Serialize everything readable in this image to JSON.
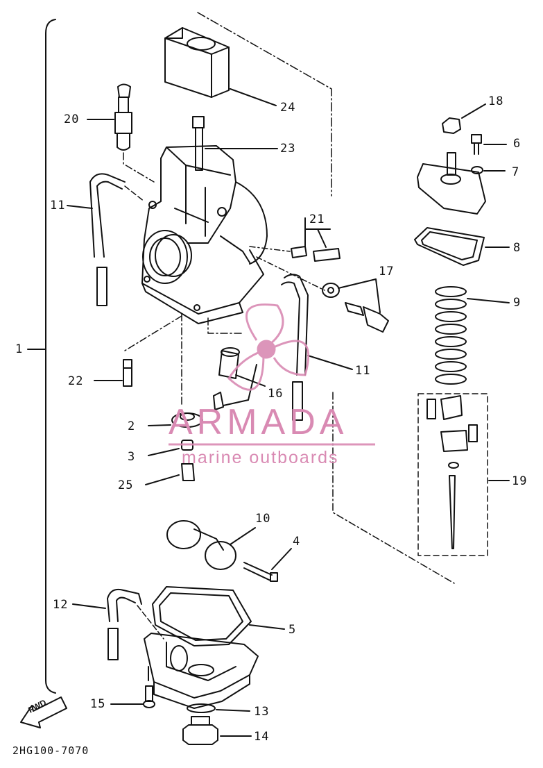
{
  "diagram": {
    "code": "2HG100-7070",
    "fwd_label": "FWD",
    "watermark": {
      "name": "ARMADA",
      "subtitle": "marine outboards",
      "color": "#d98ab3"
    },
    "line_color": "#111111",
    "labels": {
      "p1": "1",
      "p2": "2",
      "p3": "3",
      "p4": "4",
      "p5": "5",
      "p6": "6",
      "p7": "7",
      "p8": "8",
      "p9": "9",
      "p10": "10",
      "p11a": "11",
      "p11b": "11",
      "p12": "12",
      "p13": "13",
      "p14": "14",
      "p15": "15",
      "p16": "16",
      "p17": "17",
      "p18": "18",
      "p19": "19",
      "p20": "20",
      "p21": "21",
      "p22": "22",
      "p23": "23",
      "p24": "24",
      "p25": "25"
    }
  }
}
